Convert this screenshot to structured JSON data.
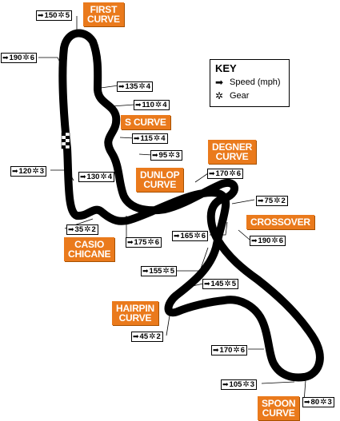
{
  "map": {
    "key": {
      "title": "KEY",
      "speed_label": "Speed (mph)",
      "gear_label": "Gear",
      "speed_icon": "speed-arrow-icon",
      "gear_icon": "gear-icon"
    },
    "corners": [
      {
        "id": "first-curve",
        "label": "FIRST\nCURVE"
      },
      {
        "id": "s-curve",
        "label": "S CURVE"
      },
      {
        "id": "degner-curve",
        "label": "DEGNER\nCURVE"
      },
      {
        "id": "dunlop-curve",
        "label": "DUNLOP\nCURVE"
      },
      {
        "id": "crossover",
        "label": "CROSSOVER"
      },
      {
        "id": "casio-chicane",
        "label": "CASIO\nCHICANE"
      },
      {
        "id": "hairpin-curve",
        "label": "HAIRPIN\nCURVE"
      },
      {
        "id": "spoon-curve",
        "label": "SPOON\nCURVE"
      }
    ],
    "speed_gear_markers": [
      {
        "speed": "150",
        "gear": "5"
      },
      {
        "speed": "190",
        "gear": "6"
      },
      {
        "speed": "135",
        "gear": "4"
      },
      {
        "speed": "110",
        "gear": "4"
      },
      {
        "speed": "115",
        "gear": "4"
      },
      {
        "speed": "95",
        "gear": "3"
      },
      {
        "speed": "120",
        "gear": "3"
      },
      {
        "speed": "130",
        "gear": "4"
      },
      {
        "speed": "170",
        "gear": "6"
      },
      {
        "speed": "75",
        "gear": "2"
      },
      {
        "speed": "35",
        "gear": "2"
      },
      {
        "speed": "175",
        "gear": "6"
      },
      {
        "speed": "165",
        "gear": "6"
      },
      {
        "speed": "190",
        "gear": "6"
      },
      {
        "speed": "155",
        "gear": "5"
      },
      {
        "speed": "145",
        "gear": "5"
      },
      {
        "speed": "45",
        "gear": "2"
      },
      {
        "speed": "170",
        "gear": "6"
      },
      {
        "speed": "105",
        "gear": "3"
      },
      {
        "speed": "80",
        "gear": "3"
      }
    ],
    "colors": {
      "track": "#000000",
      "corner_label_bg": "#ea7a1c",
      "corner_label_text": "#ffffff"
    }
  }
}
